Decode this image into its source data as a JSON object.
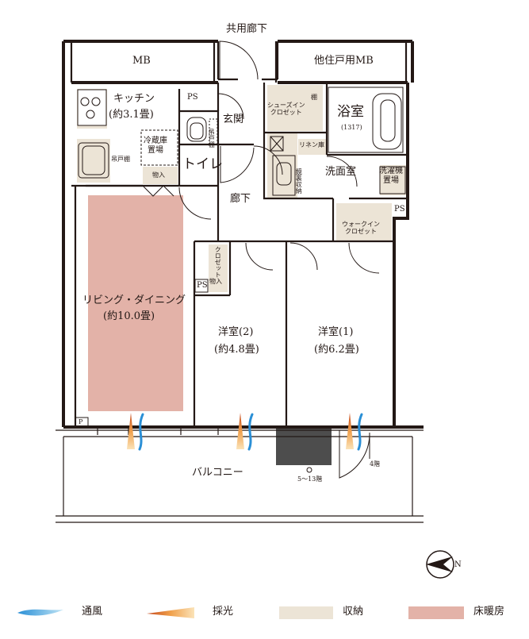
{
  "labels": {
    "common_corridor": "共用廊下",
    "mb": "MB",
    "other_mb": "他住戸用MB",
    "ps": "PS",
    "kitchen_1": "キッチン",
    "kitchen_2": "(約3.1畳)",
    "entrance": "玄関",
    "shoes_closet_1": "シューズイン",
    "shoes_closet_2": "クロゼット",
    "shelf": "棚",
    "bath_1": "浴室",
    "bath_2": "(1317)",
    "fridge_1": "冷蔵庫",
    "fridge_2": "置場",
    "hanging_shelf": "吊戸棚",
    "toilet_shelf": "吊戸棚",
    "toilet": "トイレ",
    "linen": "リネン庫",
    "storage_in": "物入",
    "washroom": "洗面室",
    "washer_1": "洗濯機",
    "washer_2": "置場",
    "mirror_storage": "鏡裏収納",
    "hallway": "廊下",
    "walkin_1": "ウォークイン",
    "walkin_2": "クロゼット",
    "closet": "クロゼット",
    "living_1": "リビング・ダイニング",
    "living_2": "(約10.0畳)",
    "room2_1": "洋室(2)",
    "room2_2": "(約4.8畳)",
    "room1_1": "洋室(1)",
    "room1_2": "(約6.2畳)",
    "p": "P",
    "balcony": "バルコニー",
    "ac_note": "5～13階",
    "floor_note": "4階"
  },
  "compass": {
    "icon": "north-arrow-icon",
    "letter": "N"
  },
  "legend": [
    {
      "label": "通風",
      "icon": "ventilation-icon",
      "color": "#3a9ad8"
    },
    {
      "label": "採光",
      "icon": "daylight-icon",
      "color": "#e8922e"
    },
    {
      "label": "収納",
      "icon": "storage-swatch",
      "color": "#ece4d6"
    },
    {
      "label": "床暖房",
      "icon": "floor-heating-swatch",
      "color": "#e3b2a8"
    }
  ]
}
